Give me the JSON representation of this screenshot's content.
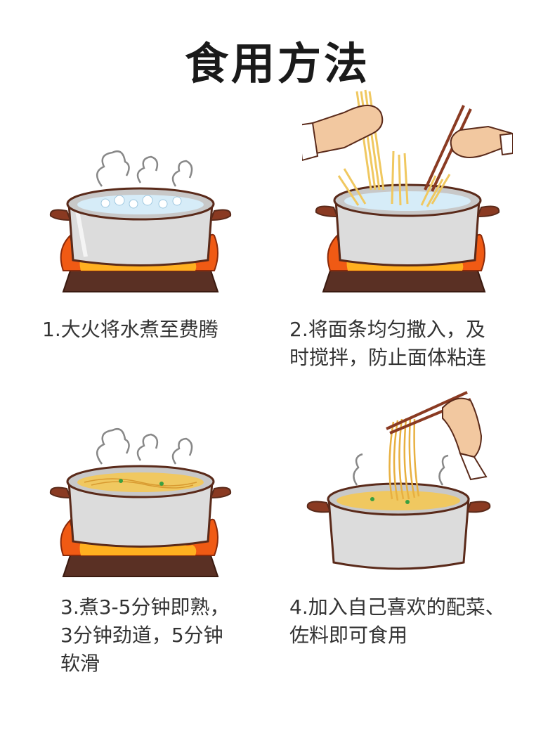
{
  "title": "食用方法",
  "steps": [
    {
      "lines": [
        "1.大火将水煮至费腾"
      ],
      "illustration": "pot-boiling-water-on-fire"
    },
    {
      "lines": [
        "2.将面条均匀撒入，及",
        "时搅拌，防止面体粘连"
      ],
      "illustration": "hand-adding-noodles-pot"
    },
    {
      "lines": [
        "3.煮3-5分钟即熟，",
        "3分钟劲道，5分钟",
        "软滑"
      ],
      "illustration": "pot-cooking-noodles-on-fire"
    },
    {
      "lines": [
        "4.加入自己喜欢的配菜、",
        "佐料即可食用"
      ],
      "illustration": "chopsticks-lifting-noodles-pot"
    }
  ],
  "colors": {
    "pot": "#d9d9d9",
    "outline": "#5a2a1a",
    "handle": "#8a3a22",
    "flame": "#f05a14",
    "flame_inner": "#ffb020",
    "stove": "#5a3024",
    "water": "#d6ecf8",
    "noodle": "#f0c860",
    "text": "#333333"
  }
}
